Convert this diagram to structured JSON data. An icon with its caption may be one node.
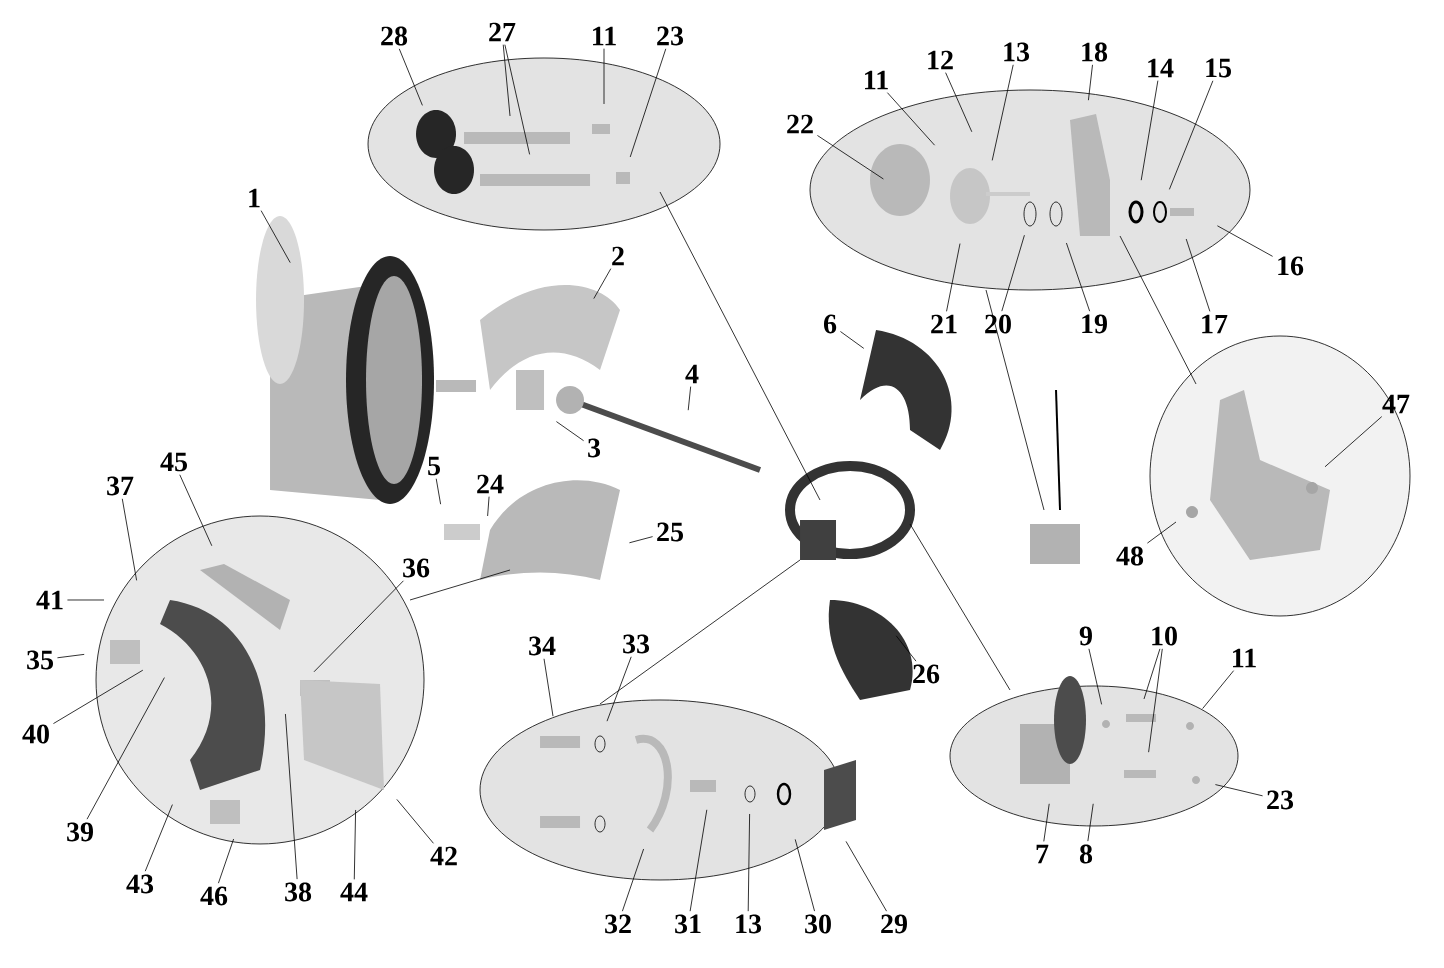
{
  "diagram": {
    "nodes": [
      {
        "text": [
          "28"
        ]
      },
      {
        "text": [
          "27"
        ]
      },
      {
        "text": [
          "11"
        ]
      },
      {
        "text": [
          "23"
        ]
      },
      {
        "text": [
          "11"
        ]
      },
      {
        "text": [
          "12"
        ]
      },
      {
        "text": [
          "13"
        ]
      },
      {
        "text": [
          "18"
        ]
      },
      {
        "text": [
          "14"
        ]
      },
      {
        "text": [
          "15"
        ]
      },
      {
        "text": [
          "22"
        ]
      },
      {
        "text": [
          "1"
        ]
      },
      {
        "text": [
          "2"
        ]
      },
      {
        "text": [
          "16"
        ]
      },
      {
        "text": [
          "6"
        ]
      },
      {
        "text": [
          "21"
        ]
      },
      {
        "text": [
          "20"
        ]
      },
      {
        "text": [
          "19"
        ]
      },
      {
        "text": [
          "17"
        ]
      },
      {
        "text": [
          "4"
        ]
      },
      {
        "text": [
          "47"
        ]
      },
      {
        "text": [
          "3"
        ]
      },
      {
        "text": [
          "37"
        ]
      },
      {
        "text": [
          "45"
        ]
      },
      {
        "text": [
          "5"
        ]
      },
      {
        "text": [
          "24"
        ]
      },
      {
        "text": [
          "25"
        ]
      },
      {
        "text": [
          "48"
        ]
      },
      {
        "text": [
          "36"
        ]
      },
      {
        "text": [
          "41"
        ]
      },
      {
        "text": [
          "35"
        ]
      },
      {
        "text": [
          "34"
        ]
      },
      {
        "text": [
          "33"
        ]
      },
      {
        "text": [
          "26"
        ]
      },
      {
        "text": [
          "9"
        ]
      },
      {
        "text": [
          "10"
        ]
      },
      {
        "text": [
          "11"
        ]
      },
      {
        "text": [
          "40"
        ]
      },
      {
        "text": [
          "23"
        ]
      },
      {
        "text": [
          "39"
        ]
      },
      {
        "text": [
          "43"
        ]
      },
      {
        "text": [
          "46"
        ]
      },
      {
        "text": [
          "38"
        ]
      },
      {
        "text": [
          "44"
        ]
      },
      {
        "text": [
          "42"
        ]
      },
      {
        "text": [
          "7"
        ]
      },
      {
        "text": [
          "8"
        ]
      },
      {
        "text": [
          "32"
        ]
      },
      {
        "text": [
          "31"
        ]
      },
      {
        "text": [
          "13"
        ]
      },
      {
        "text": [
          "30"
        ]
      },
      {
        "text": [
          "29"
        ]
      }
    ],
    "edges": [
      {
        "from": 0,
        "to": null,
        "arrow": "none"
      },
      {
        "from": 1,
        "to": null,
        "arrow": "none"
      },
      {
        "from": 1,
        "to": null,
        "arrow": "none"
      },
      {
        "from": 2,
        "to": null,
        "arrow": "none"
      },
      {
        "from": 3,
        "to": null,
        "arrow": "none"
      },
      {
        "from": 4,
        "to": null,
        "arrow": "none"
      },
      {
        "from": 5,
        "to": null,
        "arrow": "none"
      },
      {
        "from": 6,
        "to": null,
        "arrow": "none"
      },
      {
        "from": 7,
        "to": null,
        "arrow": "none"
      },
      {
        "from": 8,
        "to": null,
        "arrow": "none"
      },
      {
        "from": 9,
        "to": null,
        "arrow": "none"
      },
      {
        "from": 10,
        "to": null,
        "arrow": "none"
      },
      {
        "from": 11,
        "to": null,
        "arrow": "none"
      },
      {
        "from": 12,
        "to": null,
        "arrow": "none"
      },
      {
        "from": 13,
        "to": null,
        "arrow": "none"
      },
      {
        "from": 14,
        "to": null,
        "arrow": "none"
      },
      {
        "from": 15,
        "to": null,
        "arrow": "none"
      },
      {
        "from": 16,
        "to": null,
        "arrow": "none"
      },
      {
        "from": 17,
        "to": null,
        "arrow": "none"
      },
      {
        "from": 18,
        "to": null,
        "arrow": "none"
      },
      {
        "from": 19,
        "to": null,
        "arrow": "none"
      },
      {
        "from": 20,
        "to": null,
        "arrow": "none"
      },
      {
        "from": 21,
        "to": null,
        "arrow": "none"
      },
      {
        "from": 22,
        "to": null,
        "arrow": "none"
      },
      {
        "from": 23,
        "to": null,
        "arrow": "none"
      },
      {
        "from": 24,
        "to": null,
        "arrow": "none"
      },
      {
        "from": 25,
        "to": null,
        "arrow": "none"
      },
      {
        "from": 26,
        "to": null,
        "arrow": "none"
      },
      {
        "from": 27,
        "to": null,
        "arrow": "none"
      },
      {
        "from": 28,
        "to": null,
        "arrow": "none"
      },
      {
        "from": 29,
        "to": null,
        "arrow": "none"
      },
      {
        "from": 30,
        "to": null,
        "arrow": "none"
      },
      {
        "from": 31,
        "to": null,
        "arrow": "none"
      },
      {
        "from": 32,
        "to": null,
        "arrow": "none"
      },
      {
        "from": 33,
        "to": null,
        "arrow": "none"
      },
      {
        "from": 34,
        "to": null,
        "arrow": "none"
      },
      {
        "from": 35,
        "to": null,
        "arrow": "none"
      },
      {
        "from": 35,
        "to": null,
        "arrow": "none"
      },
      {
        "from": 36,
        "to": null,
        "arrow": "none"
      },
      {
        "from": 37,
        "to": null,
        "arrow": "none"
      },
      {
        "from": 38,
        "to": null,
        "arrow": "none"
      },
      {
        "from": 39,
        "to": null,
        "arrow": "none"
      },
      {
        "from": 40,
        "to": null,
        "arrow": "none"
      },
      {
        "from": 41,
        "to": null,
        "arrow": "none"
      },
      {
        "from": 42,
        "to": null,
        "arrow": "none"
      },
      {
        "from": 43,
        "to": null,
        "arrow": "none"
      },
      {
        "from": 44,
        "to": null,
        "arrow": "none"
      },
      {
        "from": 45,
        "to": null,
        "arrow": "none"
      },
      {
        "from": 46,
        "to": null,
        "arrow": "none"
      },
      {
        "from": 47,
        "to": null,
        "arrow": "none"
      },
      {
        "from": 48,
        "to": null,
        "arrow": "none"
      },
      {
        "from": 49,
        "to": null,
        "arrow": "none"
      },
      {
        "from": 50,
        "to": null,
        "arrow": "none"
      },
      {
        "from": 51,
        "to": null,
        "arrow": "none"
      }
    ]
  }
}
